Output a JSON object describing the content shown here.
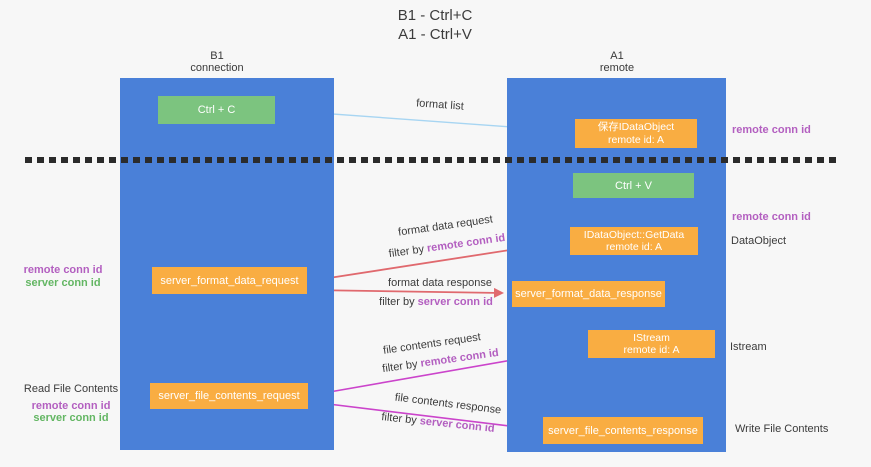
{
  "title": {
    "line1": "B1 - Ctrl+C",
    "line2": "A1 - Ctrl+V"
  },
  "columns": {
    "left": {
      "name": "B1",
      "role": "connection"
    },
    "right": {
      "name": "A1",
      "role": "remote"
    }
  },
  "nodes": {
    "ctrl_c": {
      "label": "Ctrl + C"
    },
    "ctrl_v": {
      "label": "Ctrl + V"
    },
    "save_dataobject": {
      "line1": "保存IDataObject",
      "line2": "remote id: A"
    },
    "getdata": {
      "line1": "IDataObject::GetData",
      "line2": "remote id: A"
    },
    "istream": {
      "line1": "IStream",
      "line2": "remote id: A"
    },
    "format_request": {
      "label": "server_format_data_request"
    },
    "format_response": {
      "label": "server_format_data_response"
    },
    "file_request": {
      "label": "server_file_contents_request"
    },
    "file_response": {
      "label": "server_file_contents_response"
    }
  },
  "edges": {
    "format_list": {
      "label": "format list"
    },
    "format_data_request": {
      "label": "format data request",
      "filter_prefix": "filter by ",
      "filter_key": "remote conn id"
    },
    "format_data_response": {
      "label": "format data response",
      "filter_prefix": "filter by ",
      "filter_key": "server conn id"
    },
    "file_contents_request": {
      "label": "file contents request",
      "filter_prefix": "filter by ",
      "filter_key": "remote conn id"
    },
    "file_contents_response": {
      "label": "file contents response",
      "filter_prefix": "filter by ",
      "filter_key": "server conn id"
    }
  },
  "side_labels": {
    "left_format": {
      "remote": "remote conn id",
      "server": "server conn id"
    },
    "left_file": {
      "title": "Read File Contents",
      "remote": "remote conn id",
      "server": "server conn id"
    },
    "right_top": {
      "label": "remote conn id"
    },
    "right_ctrlv": {
      "label": "remote conn id"
    },
    "right_dataobject": {
      "label": "DataObject"
    },
    "right_istream": {
      "label": "Istream"
    },
    "right_write": {
      "label": "Write File Contents"
    }
  },
  "colors": {
    "background": "#f7f7f7",
    "column_blue": "#4a80d8",
    "box_green": "#7cc47f",
    "box_orange": "#f9ad42",
    "purple_text": "#b35fc0",
    "green_text": "#63b663",
    "salmon_arrow": "#e0696e",
    "magenta_arrow": "#cb44cb",
    "blue_arrow": "#a7d5f2",
    "black_arrow": "#303030",
    "dark_text": "#3c3c3c"
  }
}
